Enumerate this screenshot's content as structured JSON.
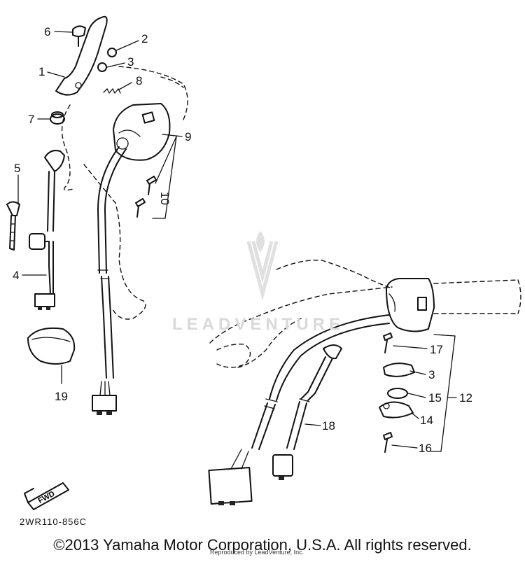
{
  "watermark": {
    "text": "LEADVENTURE"
  },
  "drawing_code": "2WR110-856C",
  "copyright": "©2013 Yamaha Motor Corporation, U.S.A. All rights reserved.",
  "reproduced_by": "Reproduced by LeadVenture, Inc.",
  "fwd_label": "FWD",
  "callouts": [
    {
      "id": "c6",
      "text": "6"
    },
    {
      "id": "c2",
      "text": "2"
    },
    {
      "id": "c3a",
      "text": "3"
    },
    {
      "id": "c1",
      "text": "1"
    },
    {
      "id": "c8",
      "text": "8"
    },
    {
      "id": "c7",
      "text": "7"
    },
    {
      "id": "c9",
      "text": "9"
    },
    {
      "id": "c5",
      "text": "5"
    },
    {
      "id": "c10",
      "text": "10"
    },
    {
      "id": "c4",
      "text": "4"
    },
    {
      "id": "c19",
      "text": "19"
    },
    {
      "id": "c17",
      "text": "17"
    },
    {
      "id": "c3b",
      "text": "3"
    },
    {
      "id": "c15",
      "text": "15"
    },
    {
      "id": "c12",
      "text": "12"
    },
    {
      "id": "c14",
      "text": "14"
    },
    {
      "id": "c18",
      "text": "18"
    },
    {
      "id": "c16",
      "text": "16"
    }
  ],
  "colors": {
    "line": "#111111",
    "watermark": "#d9d9d9"
  }
}
